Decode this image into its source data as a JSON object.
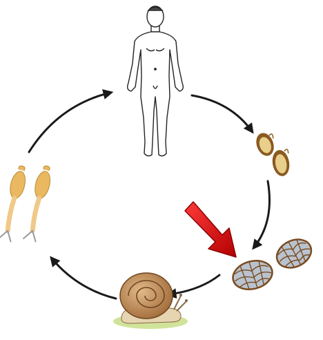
{
  "diagram": {
    "stages": [
      {
        "id": "human",
        "icon": "human-host-icon"
      },
      {
        "id": "eggs",
        "icon": "egg-icon"
      },
      {
        "id": "miracidia",
        "icon": "miracidium-icon"
      },
      {
        "id": "snail",
        "icon": "snail-icon"
      },
      {
        "id": "cercariae",
        "icon": "cercaria-icon"
      }
    ],
    "highlight": {
      "stage": "miracidia",
      "icon": "red-arrow-icon",
      "color": "#d90000"
    },
    "colors": {
      "cycle_arrow": "#1a1a1a",
      "egg_shell": "#8a5a20",
      "egg_fill": "#e8cf8c",
      "miracidium_fill": "#b9c3cf",
      "miracidium_hair": "#7a4a1e",
      "snail_shell": "#c08a55",
      "snail_body": "#e7d4b1",
      "ground": "#cfe49a",
      "cercaria": "#e9b860"
    }
  }
}
